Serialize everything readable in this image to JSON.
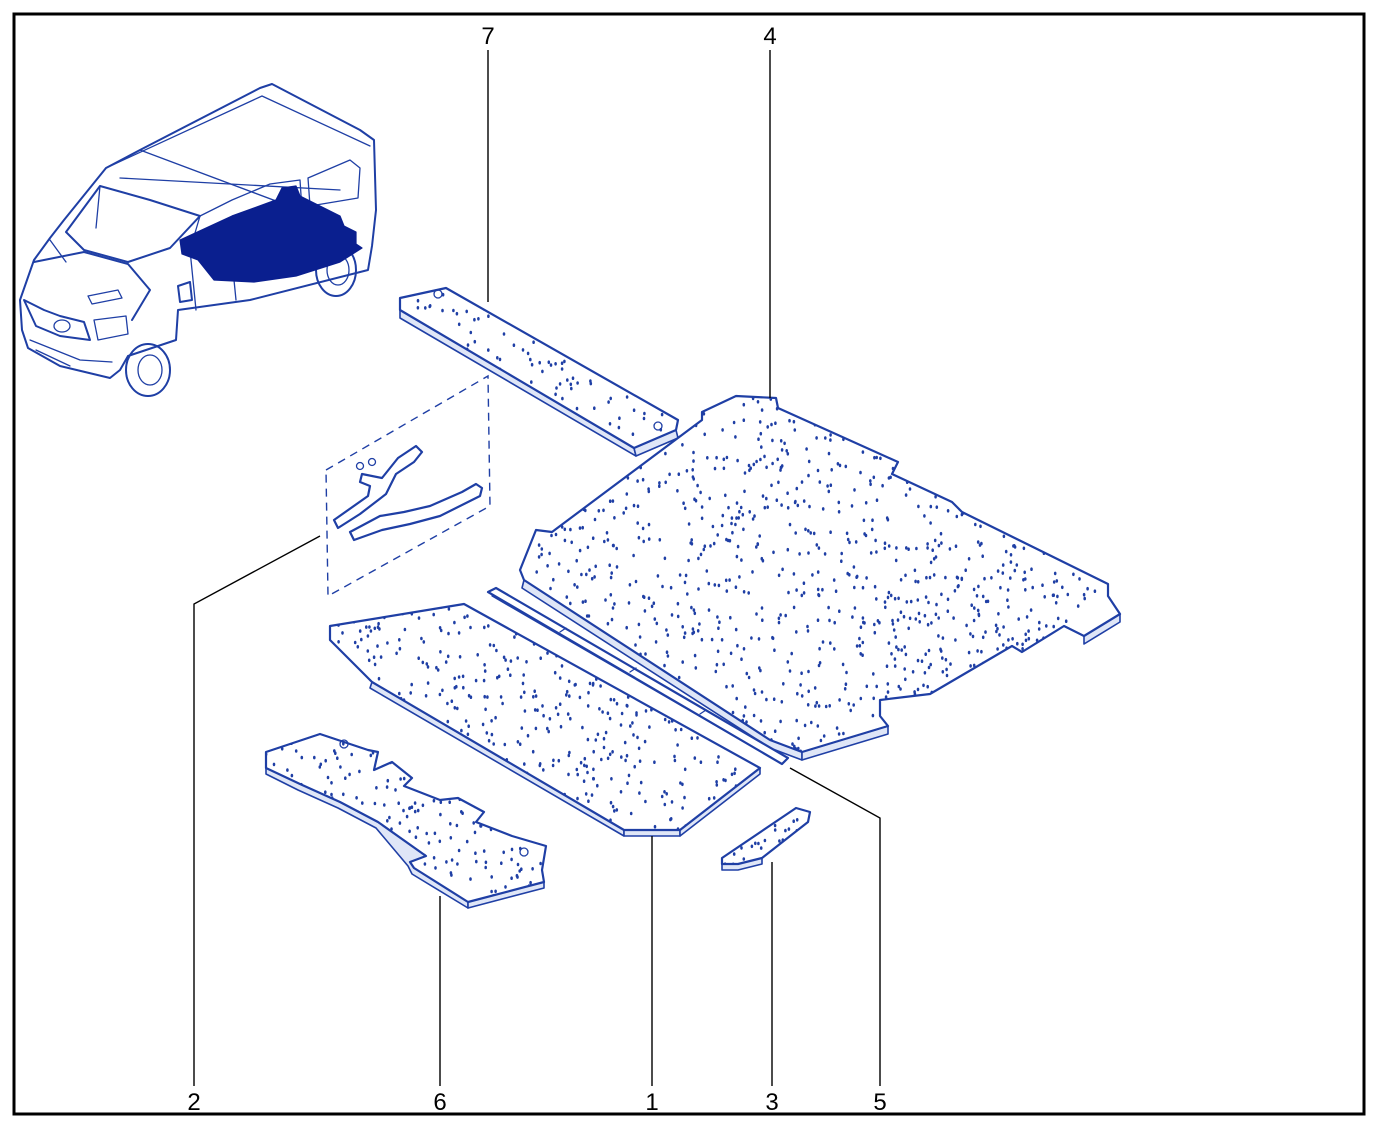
{
  "diagram": {
    "callouts": [
      {
        "id": "callout-7",
        "label": "7"
      },
      {
        "id": "callout-4",
        "label": "4"
      },
      {
        "id": "callout-2",
        "label": "2"
      },
      {
        "id": "callout-6",
        "label": "6"
      },
      {
        "id": "callout-1",
        "label": "1"
      },
      {
        "id": "callout-3",
        "label": "3"
      },
      {
        "id": "callout-5",
        "label": "5"
      }
    ],
    "colors": {
      "line": "#1f3fa5",
      "highlight": "#0a1f8f",
      "frame": "#000000",
      "background": "#ffffff"
    }
  }
}
